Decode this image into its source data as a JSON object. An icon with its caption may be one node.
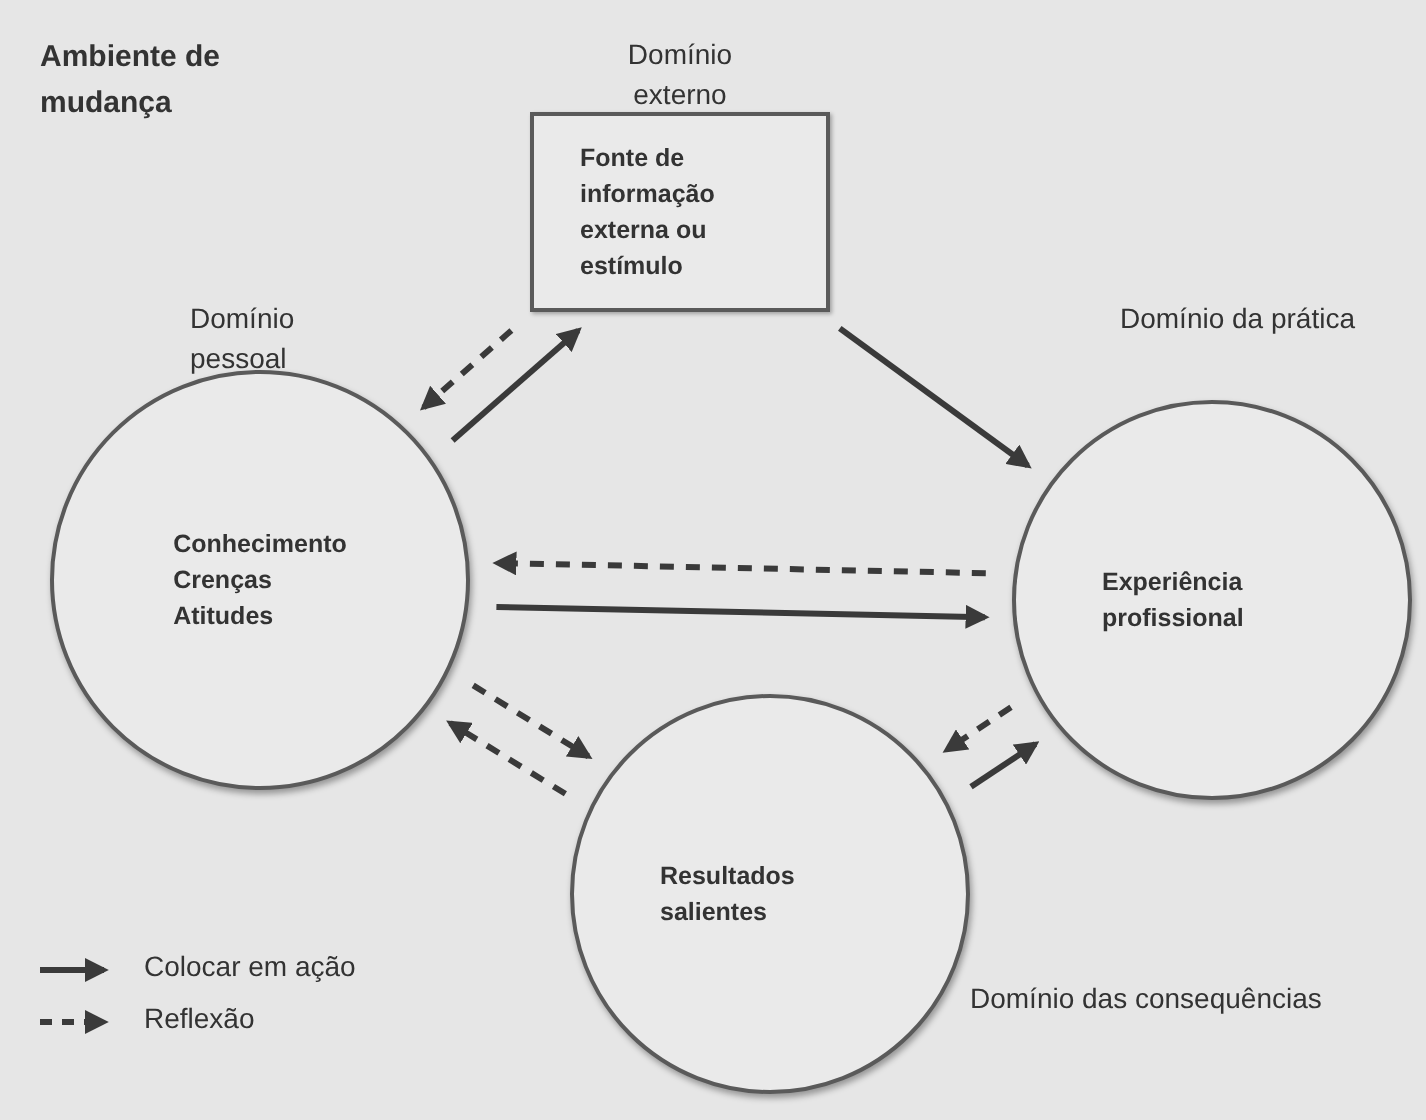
{
  "diagram": {
    "nodes": [
      {
        "text": [
          "Fonte de informação externa ou estímulo"
        ],
        "beside": [
          "Domínio externo"
        ]
      },
      {
        "text": [
          "Conhecimento",
          "Crenças",
          "Atitudes"
        ],
        "beside": [
          "Domínio pessoal"
        ]
      },
      {
        "text": [
          "Experiência profissional"
        ],
        "beside": [
          "Domínio da prática"
        ]
      },
      {
        "text": [
          "Resultados salientes"
        ],
        "beside": [
          "Domínio das consequências"
        ]
      }
    ],
    "edges": [
      {
        "from": 1,
        "to": 0,
        "arrow": "to"
      },
      {
        "from": 0,
        "to": 1,
        "arrow": "to",
        "style": "dashed"
      },
      {
        "from": 0,
        "to": 2,
        "arrow": "to"
      },
      {
        "from": 2,
        "to": 1,
        "arrow": "to",
        "style": "dashed"
      },
      {
        "from": 1,
        "to": 2,
        "arrow": "to"
      },
      {
        "from": 1,
        "to": 3,
        "arrow": "to",
        "style": "dashed"
      },
      {
        "from": 3,
        "to": 1,
        "arrow": "to",
        "style": "dashed"
      },
      {
        "from": 2,
        "to": 3,
        "arrow": "to",
        "style": "dashed"
      },
      {
        "from": 3,
        "to": 2,
        "arrow": "to"
      }
    ],
    "labels": [
      "Ambiente de mudança"
    ],
    "legend": [
      {
        "text": "Colocar em ação"
      },
      {
        "text": "Reflexão"
      }
    ]
  }
}
